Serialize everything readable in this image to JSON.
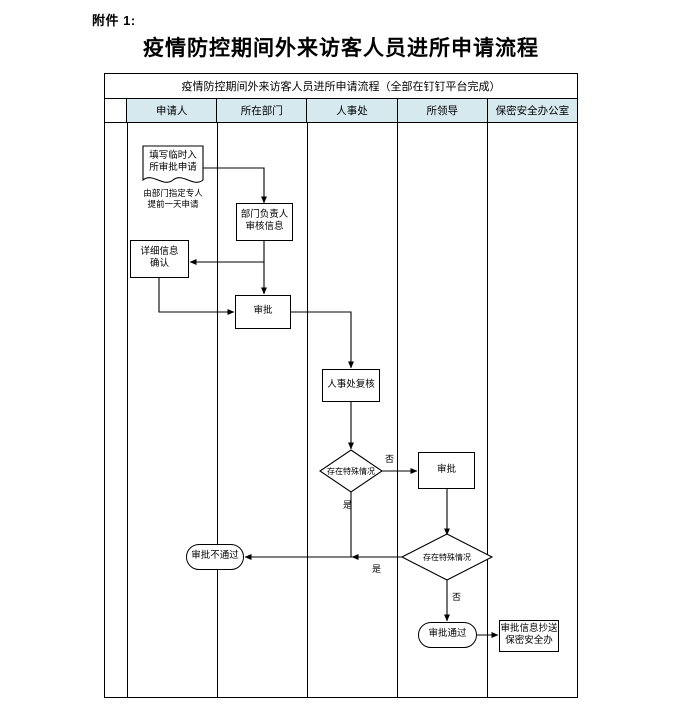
{
  "page": {
    "attachment_label": "附件 1:",
    "document_title": "疫情防控期间外来访客人员进所申请流程"
  },
  "table": {
    "title_row": "疫情防控期间外来访客人员进所申请流程（全部在钉钉平台完成）",
    "lane_headers": [
      "申请人",
      "所在部门",
      "人事处",
      "所领导",
      "保密安全办公室"
    ],
    "header_bg": "#d6e9ef",
    "border_color": "#000000"
  },
  "flow": {
    "nodes": [
      {
        "id": "apply",
        "label": "填写临时入\\n所审批申请",
        "shape": "document",
        "lane": "申请人"
      },
      {
        "id": "dept_review",
        "label": "部门负责人\\n审核信息",
        "shape": "rect",
        "lane": "所在部门"
      },
      {
        "id": "detail_confirm",
        "label": "详细信息\\n确认",
        "shape": "rect",
        "lane": "申请人"
      },
      {
        "id": "approve1",
        "label": "审批",
        "shape": "rect",
        "lane": "所在部门"
      },
      {
        "id": "hr_recheck",
        "label": "人事处复核",
        "shape": "rect",
        "lane": "人事处"
      },
      {
        "id": "special1",
        "label": "存在特殊情况",
        "shape": "diamond",
        "lane": "人事处"
      },
      {
        "id": "approve2",
        "label": "审批",
        "shape": "rect",
        "lane": "所领导"
      },
      {
        "id": "special2",
        "label": "存在特殊情况",
        "shape": "diamond",
        "lane": "所领导"
      },
      {
        "id": "rejected",
        "label": "审批不通过",
        "shape": "stadium",
        "lane": "申请人"
      },
      {
        "id": "approved",
        "label": "审批通过",
        "shape": "stadium",
        "lane": "所领导"
      },
      {
        "id": "cc_office",
        "label": "审批信息抄送\\n保密安全办",
        "shape": "rect",
        "lane": "保密安全办公室"
      }
    ],
    "notes": [
      {
        "id": "apply_note",
        "text": "由部门指定专人\\n提前一天申请"
      }
    ],
    "edge_labels": [
      {
        "id": "special1_no",
        "text": "否"
      },
      {
        "id": "special1_yes",
        "text": "是"
      },
      {
        "id": "special2_yes",
        "text": "是"
      },
      {
        "id": "special2_no",
        "text": "否"
      }
    ],
    "node_text": {
      "apply_l1": "填写临时入",
      "apply_l2": "所审批申请",
      "dept_review_l1": "部门负责人",
      "dept_review_l2": "审核信息",
      "detail_confirm_l1": "详细信息",
      "detail_confirm_l2": "确认",
      "approve1": "审批",
      "hr_recheck": "人事处复核",
      "special1": "存在特殊情况",
      "approve2": "审批",
      "special2": "存在特殊情况",
      "rejected": "审批不通过",
      "approved": "审批通过",
      "cc_office_l1": "审批信息抄送",
      "cc_office_l2": "保密安全办",
      "apply_note_l1": "由部门指定专人",
      "apply_note_l2": "提前一天申请",
      "lbl_no_1": "否",
      "lbl_yes_1": "是",
      "lbl_yes_2": "是",
      "lbl_no_2": "否"
    }
  }
}
